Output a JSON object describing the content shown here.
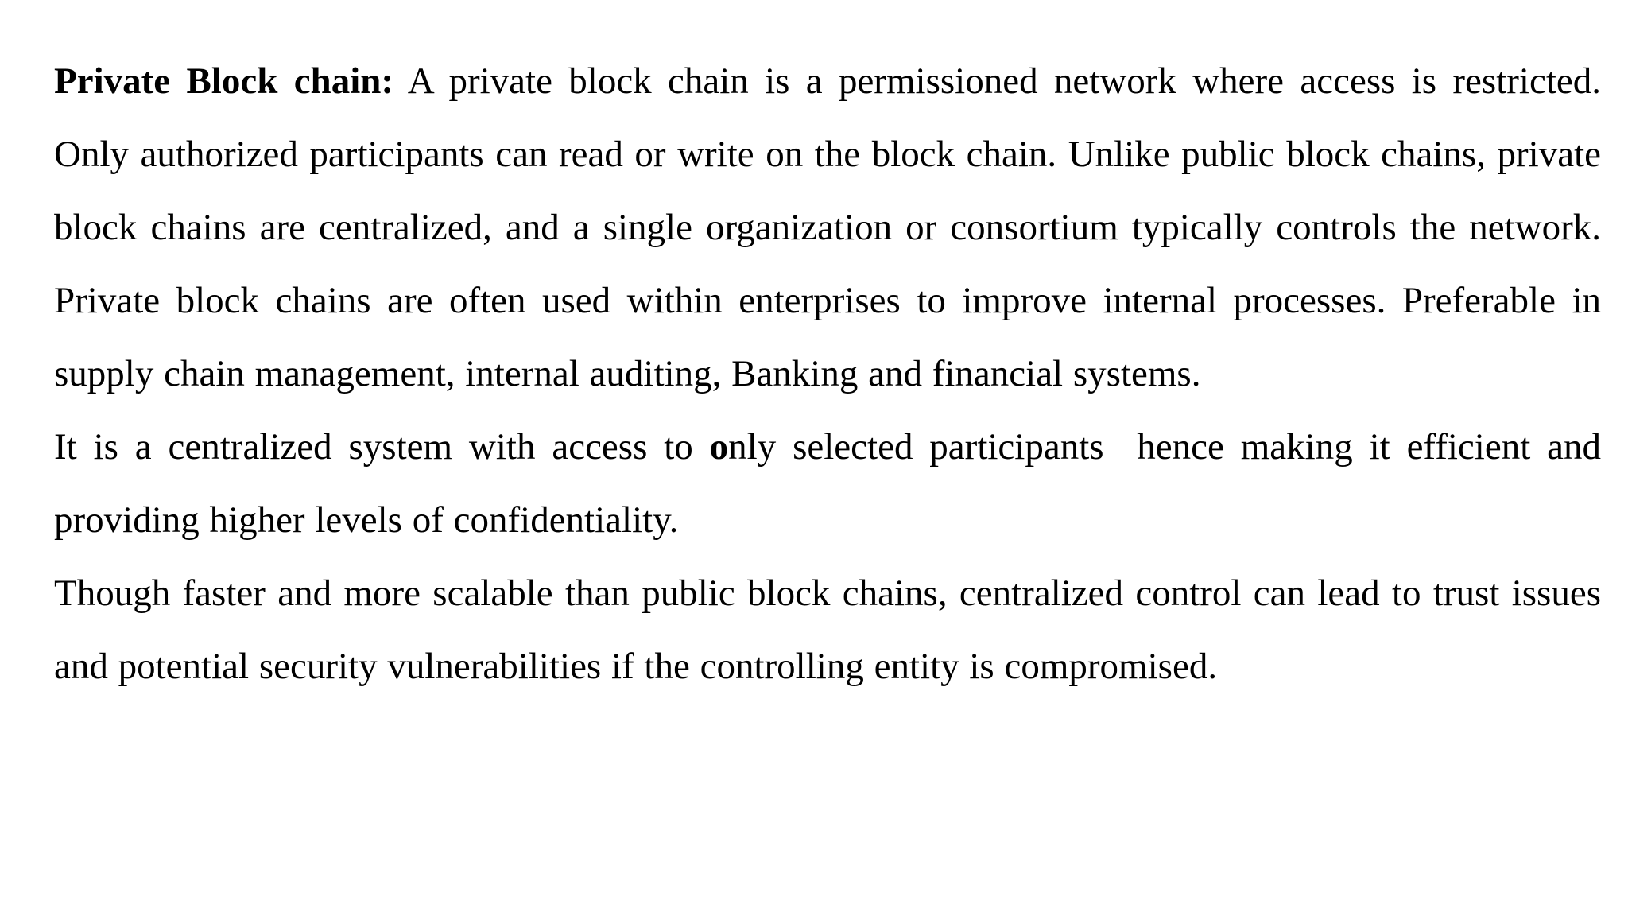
{
  "document": {
    "background_color": "#ffffff",
    "text_color": "#000000",
    "paragraphs": [
      {
        "name": "private-blockchain-definition",
        "segments": [
          {
            "text": "Private Block chain:",
            "bold": true
          },
          {
            "text": " A private block chain is a permissioned network where access is restricted. Only authorized participants can read or write on the block chain. Unlike public block chains, private block chains are centralized, and a single organization or consortium typically controls the network. Private block chains are often used within enterprises to improve internal processes. Preferable in supply chain management, internal auditing, Banking and financial systems.",
            "bold": false
          }
        ]
      },
      {
        "name": "centralized-system-note",
        "segments": [
          {
            "text": "It is a centralized system with access to ",
            "bold": false
          },
          {
            "text": "o",
            "bold": true
          },
          {
            "text": "nly selected participants  hence making it efficient and providing higher levels of confidentiality.",
            "bold": false
          }
        ]
      },
      {
        "name": "tradeoffs-note",
        "segments": [
          {
            "text": "Though faster and more scalable than public block chains, centralized control can lead to trust issues and potential security vulnerabilities if the controlling entity is compromised.",
            "bold": false
          }
        ]
      }
    ]
  }
}
